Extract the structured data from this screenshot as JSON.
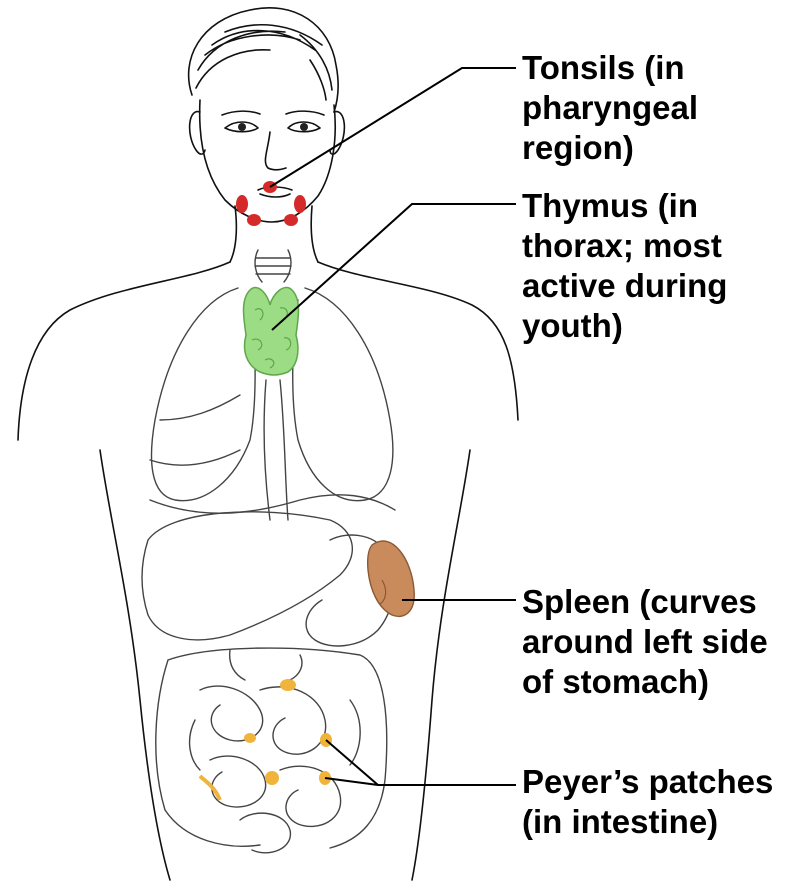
{
  "labels": {
    "tonsils": [
      "Tonsils (in",
      "pharyngeal",
      "region)"
    ],
    "thymus": [
      "Thymus (in",
      "thorax; most",
      "active during",
      "youth)"
    ],
    "spleen": [
      "Spleen (curves",
      "around left side",
      "of stomach)"
    ],
    "peyers": [
      "Peyer’s patches",
      "(in intestine)"
    ]
  },
  "colors": {
    "tonsils": "#d42a2a",
    "thymus": "#9bdc85",
    "thymus_outline": "#5fa74a",
    "spleen": "#c98a5c",
    "peyers": "#f0b43c"
  }
}
